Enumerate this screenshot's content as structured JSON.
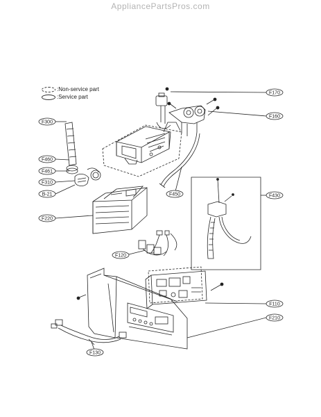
{
  "watermark": "AppliancePartsPros.com",
  "legend": {
    "non_service": ":Non-service part",
    "service": ":Service part"
  },
  "labels": {
    "f170": "F170",
    "f160": "F160",
    "f300": "F300",
    "f460": "F460",
    "f461": "F461",
    "f310": "F310",
    "b21": "B-21",
    "f450": "F450",
    "f430": "F430",
    "f220": "F220",
    "f120": "F120",
    "f110": "F110",
    "f210": "F210",
    "f130": "F130"
  }
}
